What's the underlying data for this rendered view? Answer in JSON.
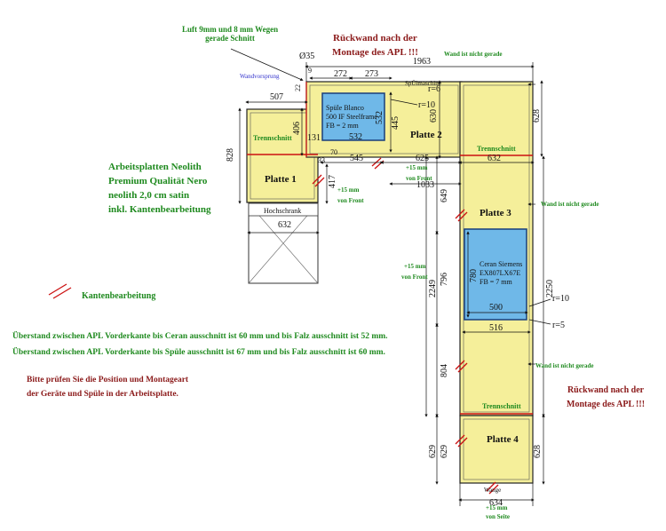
{
  "colors": {
    "plate": "#f5ef9a",
    "green_text": "#1f8a1f",
    "red_text": "#8b1a1a",
    "blue_text": "#3333cc",
    "cutout": "#6fb8e8",
    "edge": "#cc1111"
  },
  "notes": {
    "luft_line1": "Luft 9mm und 8 mm Wegen",
    "luft_line2": "gerade Schnitt",
    "rueckwand_top_line1": "Rückwand nach der",
    "rueckwand_top_line2": "Montage des APL !!!",
    "material_line1": "Arbeitsplatten Neolith",
    "material_line2": "Premium Qualität Nero",
    "material_line3": "neolith 2,0 cm satin",
    "material_line4": "inkl. Kantenbearbeitung",
    "kantenbearbeitung": "Kantenbearbeitung",
    "ueberstand_line1": "Überstand zwischen APL Vorderkante bis Ceran ausschnitt ist 60 mm und bis Falz ausschnitt ist 52 mm.",
    "ueberstand_line2": "Überstand zwischen APL Vorderkante bis Spüle ausschnitt ist 67 mm und bis Falz ausschnitt ist 60 mm.",
    "pruefen_line1": "Bitte prüfen Sie die Position und Montageart",
    "pruefen_line2": "der Geräte und Spüle in der Arbeitsplatte.",
    "rueckwand_right_line1": "Rückwand nach der",
    "rueckwand_right_line2": "Montage des APL !!!"
  },
  "drawing": {
    "wandvorsprung": "Wandvorsprung",
    "wand_nicht_gerade": "Wand ist nicht gerade",
    "spuelmaschine": "SpÜlmaschine",
    "hochschrank": "Hochschrank",
    "wange": "Wange",
    "trennschnitt": "Trennschnitt",
    "plus15_front": "+15 mm",
    "von_front": "von Front",
    "von_seite": "von Seite",
    "plates": {
      "p1": "Platte 1",
      "p2": "Platte 2",
      "p3": "Platte 3",
      "p4": "Platte 4"
    },
    "sink": {
      "line1": "Spüle Blanco",
      "line2": "500 IF Steelframe",
      "line3": "FB = 2 mm"
    },
    "cooktop": {
      "line1": "Ceran Siemens",
      "line2": "EX807LX67E",
      "line3": "FB = 7 mm"
    },
    "dims": {
      "d1963": "1963",
      "d35": "Ø35",
      "d272": "272",
      "d273": "273",
      "d507": "507",
      "d9": "9",
      "d22": "22",
      "d828": "828",
      "d406": "406",
      "d131": "131",
      "d532a": "532",
      "d532b": "532",
      "d445": "445",
      "d630": "630",
      "d628a": "628",
      "d70": "70",
      "d545": "545",
      "d625": "625",
      "d632a": "632",
      "d632b": "632",
      "d1033": "1033",
      "d417": "417",
      "d33": "33",
      "d649": "649",
      "d796": "796",
      "d2249": "2249",
      "d2250": "2250",
      "d780": "780",
      "d500": "500",
      "d516": "516",
      "d804": "804",
      "d629a": "629",
      "d629b": "629",
      "d628b": "628",
      "d634": "634",
      "r6": "r=6",
      "r10a": "r=10",
      "r10b": "r=10",
      "r5": "r=5"
    }
  }
}
